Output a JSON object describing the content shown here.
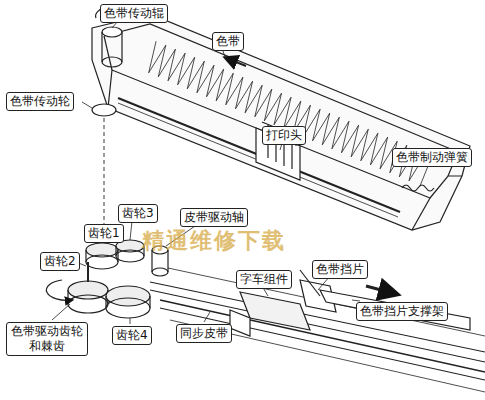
{
  "diagram": {
    "nodes": [
      {
        "text": [
          "色带传动辊"
        ]
      },
      {
        "text": [
          "色带"
        ]
      },
      {
        "text": [
          "色带传动轮"
        ]
      },
      {
        "text": [
          "打印头"
        ]
      },
      {
        "text": [
          "色带制动弹簧"
        ]
      },
      {
        "text": [
          "齿轮3"
        ]
      },
      {
        "text": [
          "皮带驱动轴"
        ]
      },
      {
        "text": [
          "齿轮1"
        ]
      },
      {
        "text": [
          "齿轮2"
        ]
      },
      {
        "text": [
          "色带挡片"
        ]
      },
      {
        "text": [
          "字车组件"
        ]
      },
      {
        "text": [
          "色带挡片支撑架"
        ]
      },
      {
        "text": [
          "色带驱动齿轮和棘齿"
        ]
      },
      {
        "text": [
          "齿轮4"
        ]
      },
      {
        "text": [
          "同步皮带"
        ]
      }
    ],
    "labels": [
      "精通维修下载"
    ]
  }
}
